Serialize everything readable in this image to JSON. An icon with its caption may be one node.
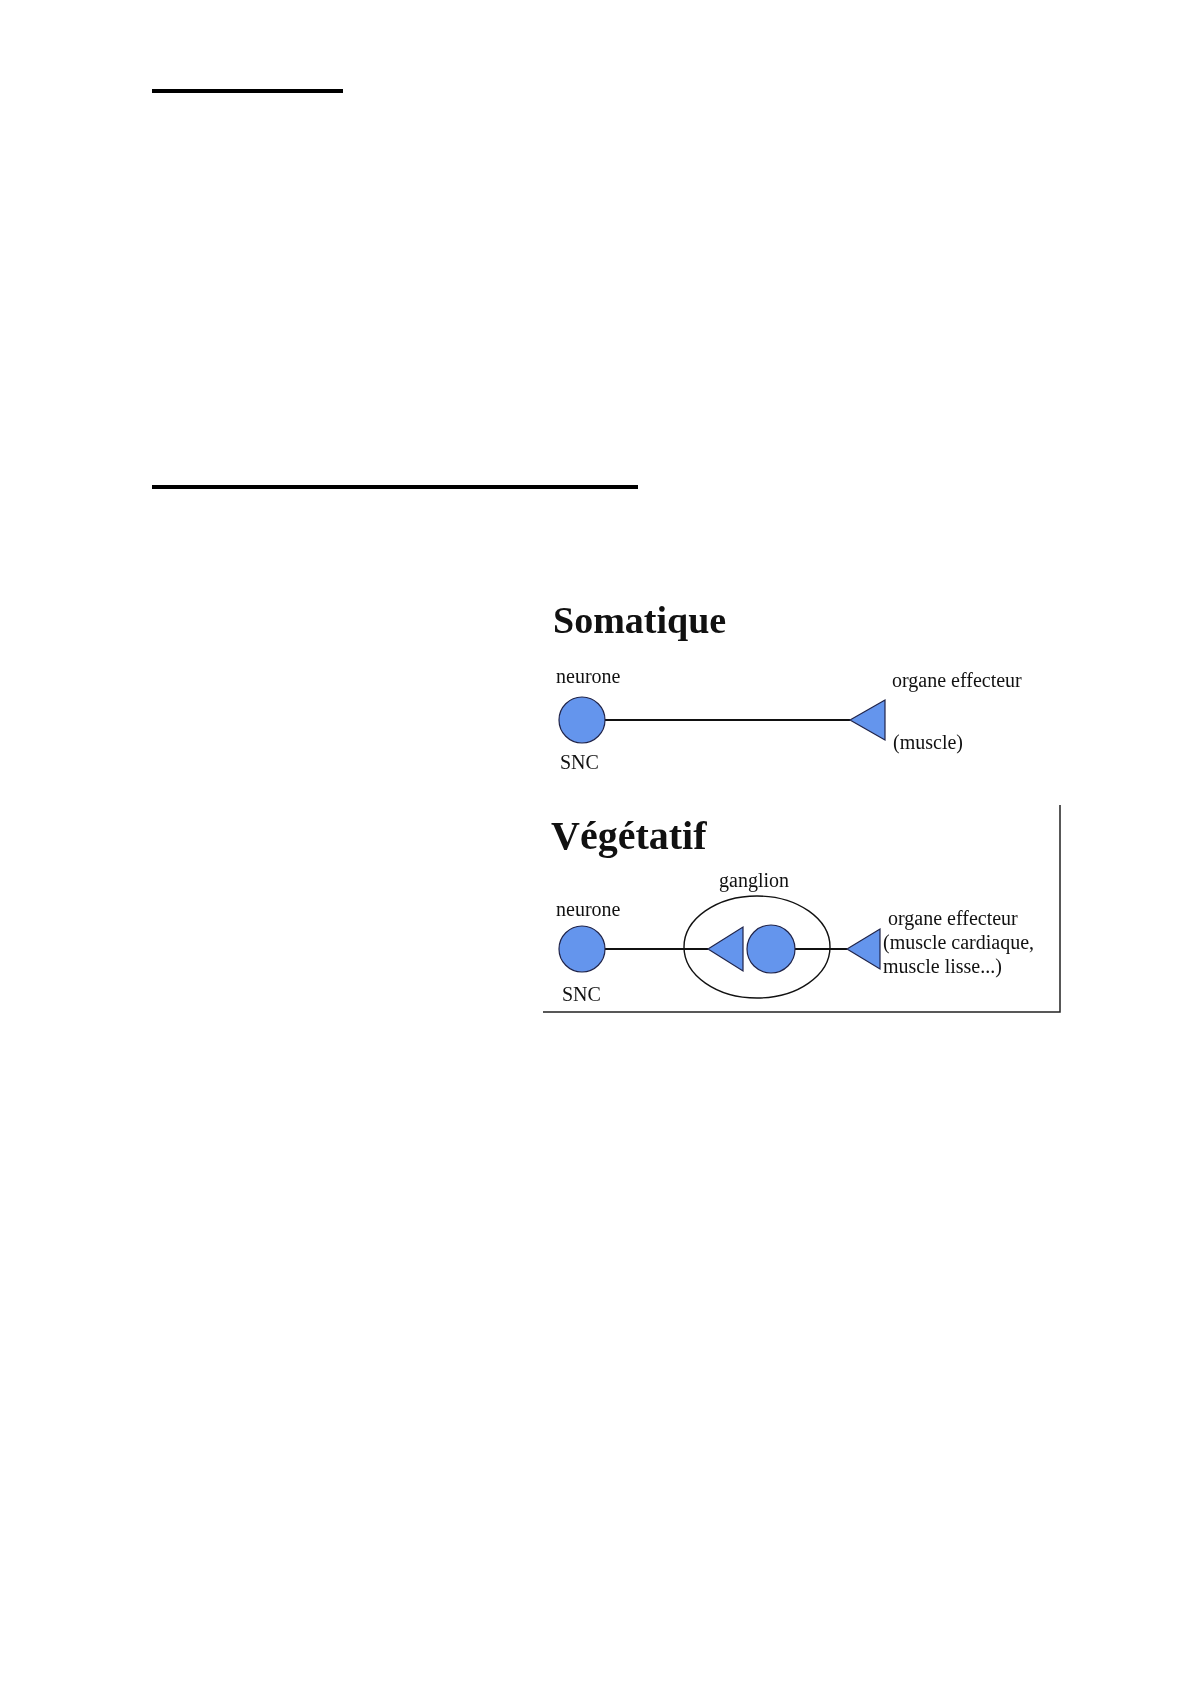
{
  "diagram": {
    "nodes": [
      {
        "text": [
          "neurone",
          "SNC"
        ]
      },
      {
        "text": [
          "organe effecteur",
          "(muscle)"
        ]
      },
      {
        "text": [
          "neurone",
          "SNC"
        ]
      },
      {
        "text": [
          "ganglion"
        ]
      },
      {
        "text": [],
        "shape": "triangle",
        "in": 3
      },
      {
        "text": [],
        "shape": "circle",
        "in": 3
      },
      {
        "text": [
          "organe effecteur",
          "(muscle cardiaque, muscle lisse...)"
        ]
      }
    ],
    "edges": [
      {
        "from": 0,
        "to": 1,
        "arrow": "none"
      },
      {
        "from": 2,
        "to": 4,
        "arrow": "none"
      },
      {
        "from": 5,
        "to": 6,
        "arrow": "none"
      }
    ],
    "labels": [
      "Somatique",
      "Végétatif"
    ]
  }
}
